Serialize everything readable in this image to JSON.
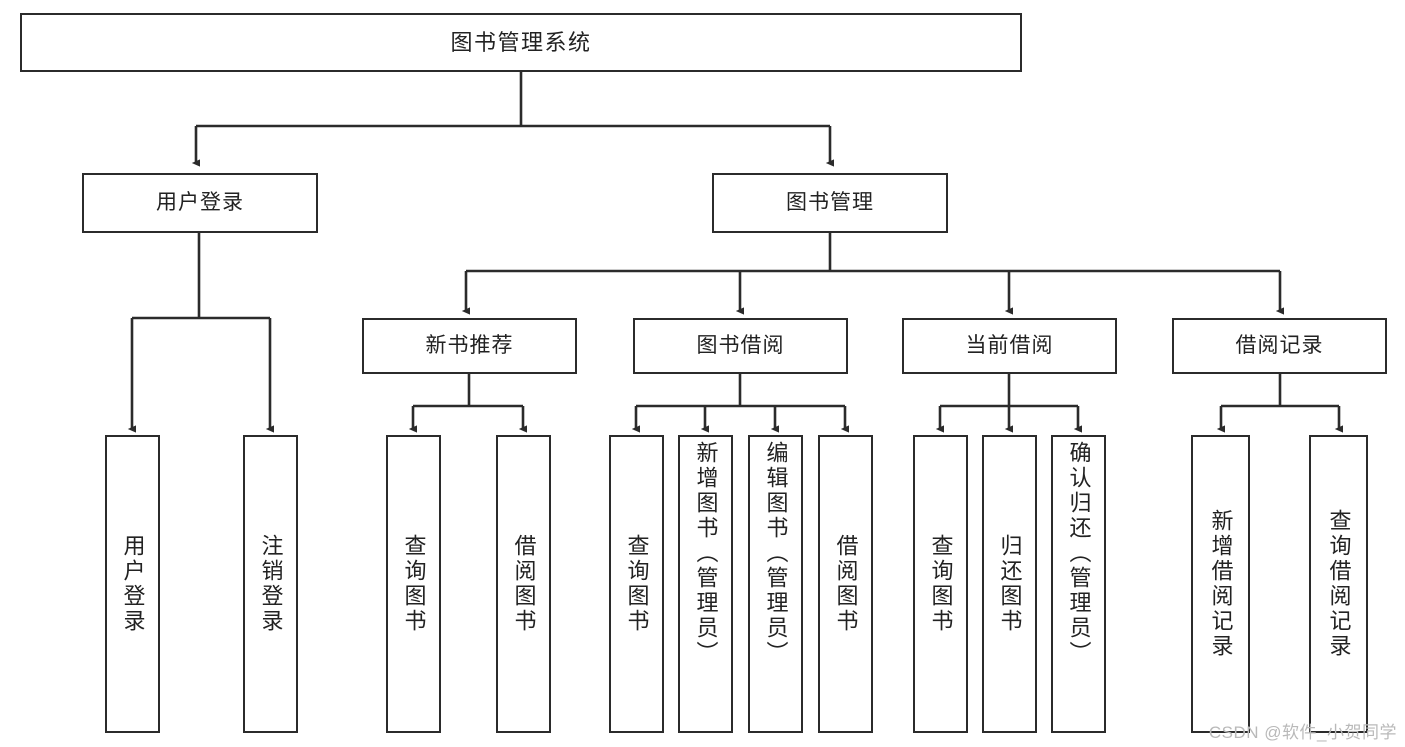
{
  "diagram": {
    "title": "图书管理系统",
    "type": "tree-hierarchy-chart",
    "watermark": "CSDN @软件_小贺同学",
    "colors": {
      "background": "#ffffff",
      "box_border": "#2b2b2b",
      "box_fill": "#ffffff",
      "connector": "#2b2b2b",
      "text": "#222222",
      "watermark": "#b9b9b9"
    },
    "root": {
      "label": "图书管理系统"
    },
    "level2": [
      {
        "label": "用户登录"
      },
      {
        "label": "图书管理"
      }
    ],
    "level3": [
      {
        "label": "新书推荐"
      },
      {
        "label": "图书借阅"
      },
      {
        "label": "当前借阅"
      },
      {
        "label": "借阅记录"
      }
    ],
    "leaves": {
      "user_login": [
        {
          "label": "用户登录"
        },
        {
          "label": "注销登录"
        }
      ],
      "new_book_recommend": [
        {
          "label": "查询图书"
        },
        {
          "label": "借阅图书"
        }
      ],
      "book_borrow": [
        {
          "label": "查询图书"
        },
        {
          "label": "新增图书（管理员）"
        },
        {
          "label": "编辑图书（管理员）"
        },
        {
          "label": "借阅图书"
        }
      ],
      "current_borrow": [
        {
          "label": "查询图书"
        },
        {
          "label": "归还图书"
        },
        {
          "label": "确认归还（管理员）"
        }
      ],
      "borrow_record": [
        {
          "label": "新增借阅记录"
        },
        {
          "label": "查询借阅记录"
        }
      ]
    }
  }
}
